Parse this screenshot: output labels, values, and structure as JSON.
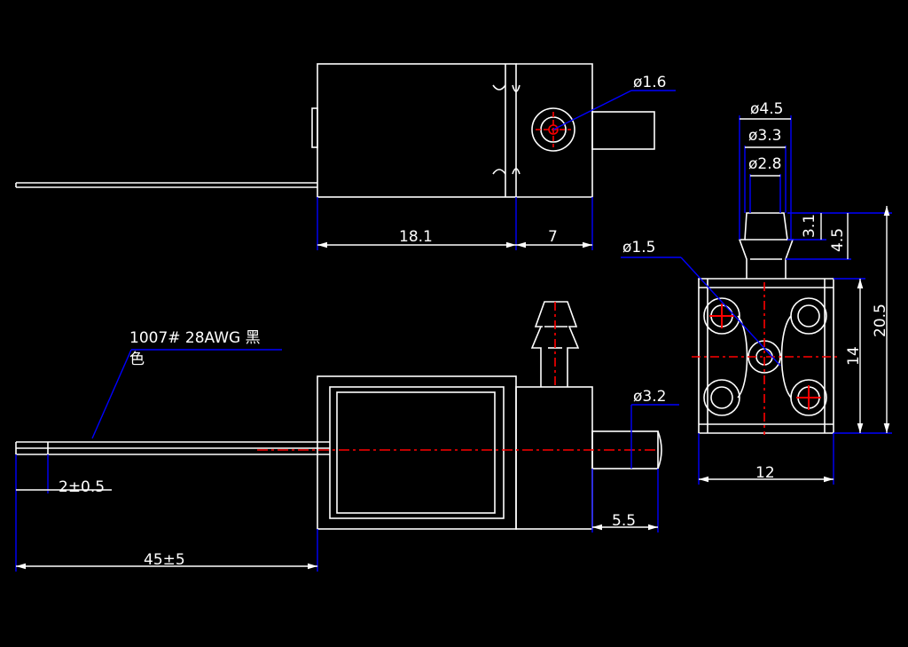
{
  "colors": {
    "background": "#000000",
    "outline": "#ffffff",
    "dimension": "#0000ff",
    "centerline": "#ff0000"
  },
  "top_view": {
    "dim_body_length": "18.1",
    "dim_nozzle_length": "7",
    "dim_hole_diameter": "ø1.6"
  },
  "side_view": {
    "wire_spec_line1": "1007# 28AWG 黑",
    "wire_spec_line2": "色",
    "dim_wire_strip": "2±0.5",
    "dim_wire_length": "45±5",
    "dim_nozzle_diameter": "ø3.2",
    "dim_nozzle_length": "5.5"
  },
  "end_view": {
    "dim_barb_outer": "ø4.5",
    "dim_barb_mid": "ø3.3",
    "dim_barb_inner": "ø2.8",
    "dim_barb_height_a": "3.1",
    "dim_barb_height_b": "4.5",
    "dim_hole_diameter": "ø1.5",
    "dim_body_height": "14",
    "dim_total_height": "20.5",
    "dim_body_width": "12"
  }
}
